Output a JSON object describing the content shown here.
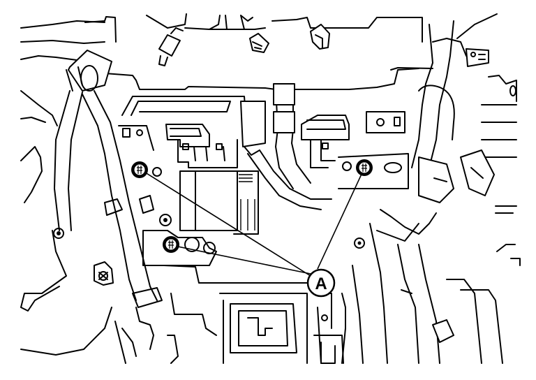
{
  "figure": {
    "type": "service-manual-illustration",
    "subject": "under-dash component mounting area with harness connectors",
    "background_color": "#ffffff",
    "line_color": "#000000"
  },
  "callouts": [
    {
      "id": "A",
      "label": "A",
      "description": "mounting bolts (3 locations)",
      "targets": [
        "bolt-left-upper",
        "bolt-left-lower",
        "bolt-right-upper"
      ]
    }
  ],
  "bolts": [
    {
      "id": "bolt-left-upper",
      "callout": "A"
    },
    {
      "id": "bolt-left-lower",
      "callout": "A"
    },
    {
      "id": "bolt-right-upper",
      "callout": "A"
    }
  ]
}
